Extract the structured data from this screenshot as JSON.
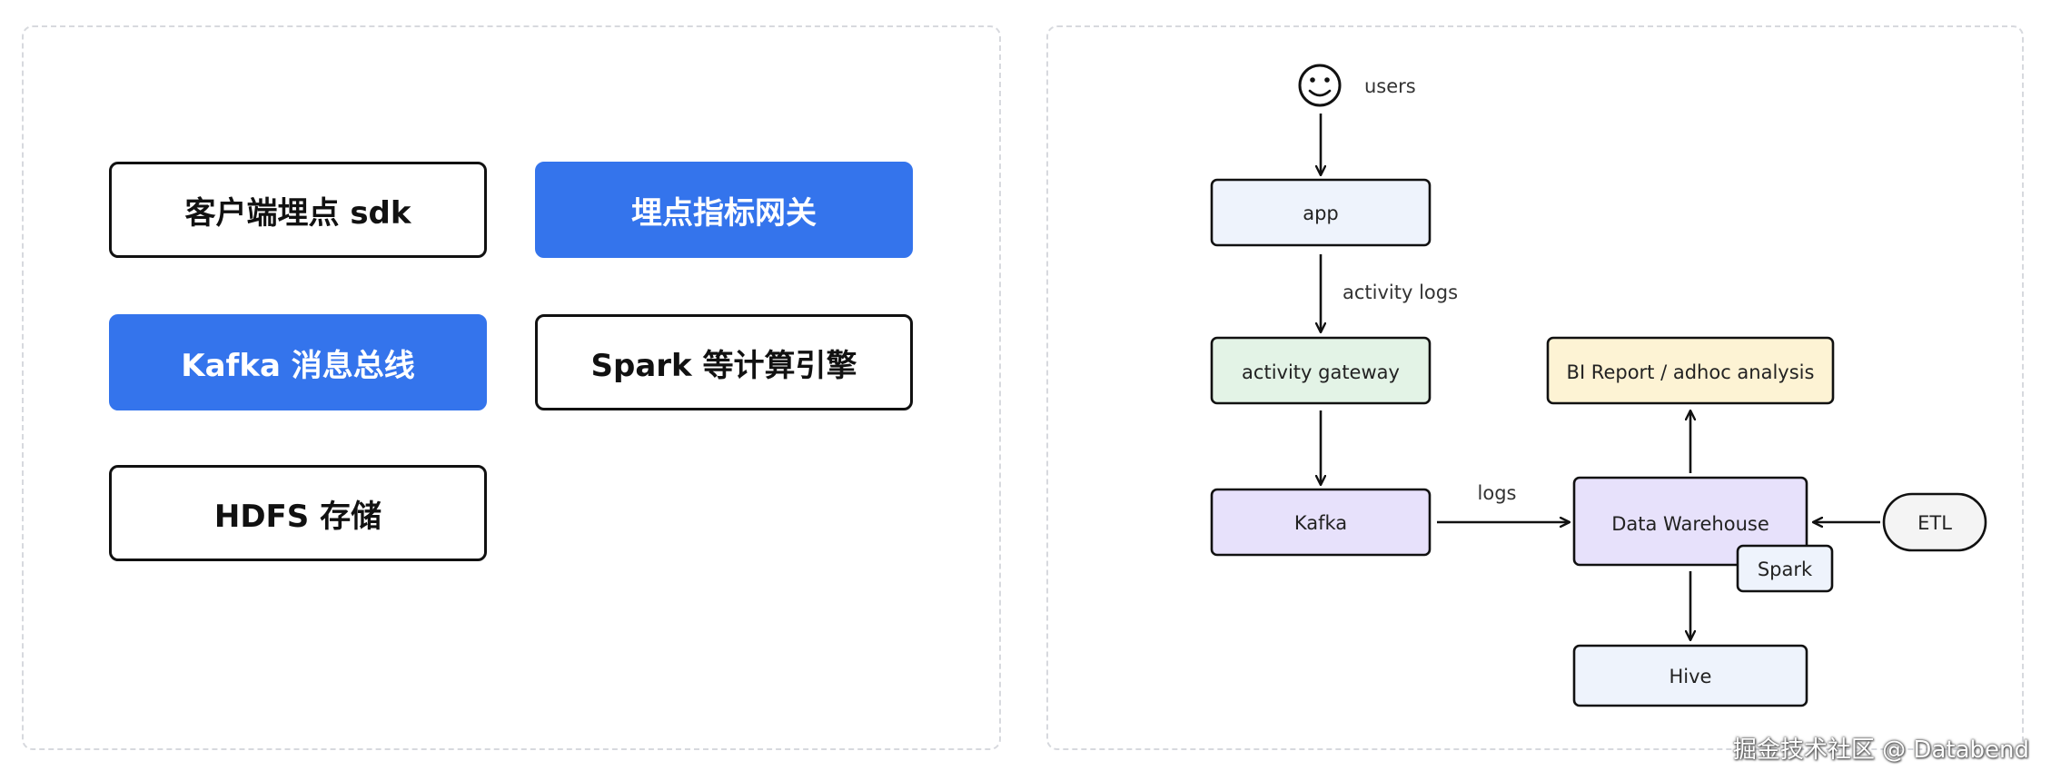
{
  "left": {
    "tags": [
      {
        "label": "客户端埋点 sdk",
        "style": "outline"
      },
      {
        "label": "埋点指标网关",
        "style": "solid"
      },
      {
        "label": "Kafka 消息总线",
        "style": "solid"
      },
      {
        "label": "Spark 等计算引擎",
        "style": "outline"
      },
      {
        "label": "HDFS 存储",
        "style": "outline"
      }
    ]
  },
  "diagram": {
    "users_label": "users",
    "nodes": {
      "app": "app",
      "gateway": "activity gateway",
      "kafka": "Kafka",
      "warehouse": "Data Warehouse",
      "spark": "Spark",
      "bi": "BI Report / adhoc analysis",
      "etl": "ETL",
      "hive": "Hive"
    },
    "edges": {
      "activity_logs": "activity logs",
      "logs": "logs"
    },
    "colors": {
      "app": "#eef3fc",
      "gateway": "#e3f3e6",
      "kafka": "#e7e1fb",
      "warehouse": "#e7e1fb",
      "spark": "#eef3fc",
      "bi": "#fdf3d4",
      "etl": "#f4f4f4",
      "hive": "#eef3fc",
      "accent": "#3474ec"
    }
  },
  "watermark": "掘金技术社区 @ Databend"
}
